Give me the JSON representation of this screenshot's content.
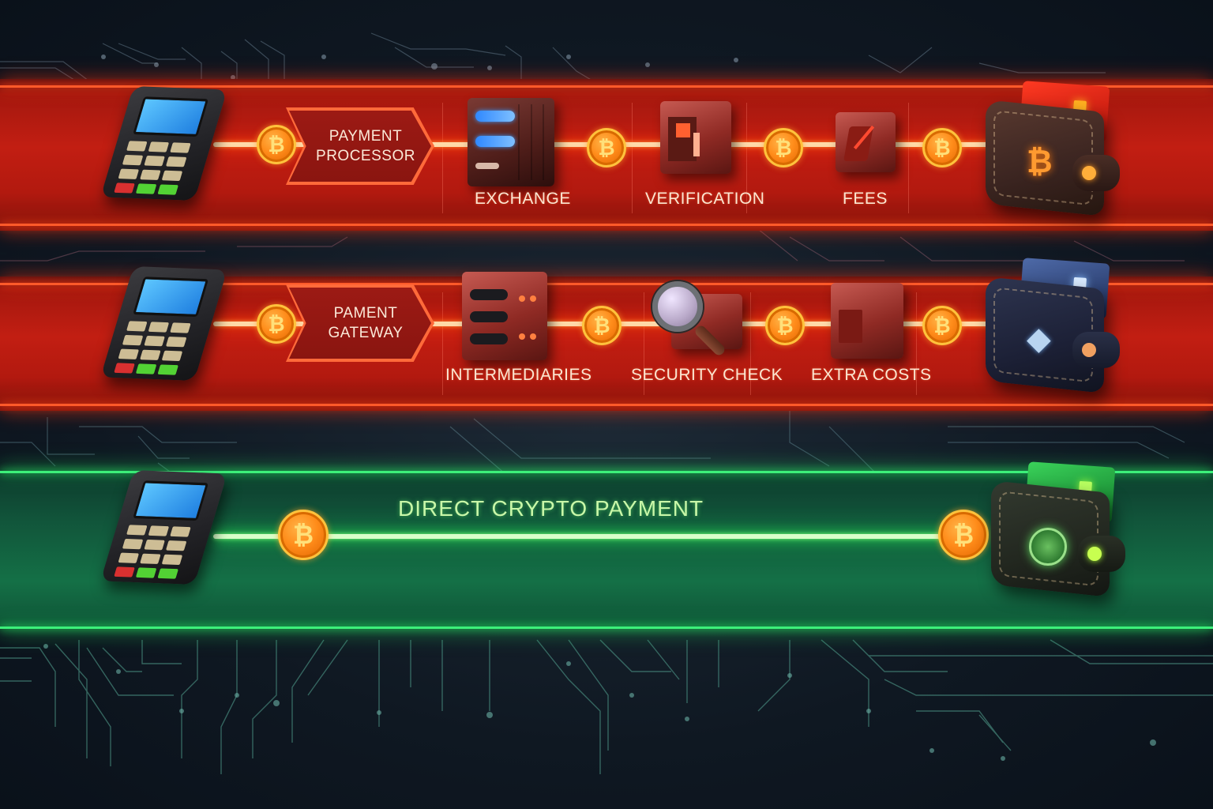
{
  "colors": {
    "background": "#0f1822",
    "red_lane": "#c21e12",
    "red_glow": "#ff5a2a",
    "green_lane": "#147046",
    "green_glow": "#3cf07a",
    "coin": "#ff8c1a",
    "label_text": "#fbe6d2",
    "direct_text": "#c9f7a8"
  },
  "flows": [
    {
      "id": "processor-flow",
      "theme": "red",
      "start_icon": "pos-terminal-icon",
      "gateway_label": "PAYMENT\nPROCESSOR",
      "gateway_lines": [
        "PAYMENT",
        "PROCESSOR"
      ],
      "coin_symbol": "₿",
      "steps": [
        {
          "label": "EXCHANGE",
          "icon": "server-rack-icon"
        },
        {
          "label": "VERIFICATION",
          "icon": "document-box-icon"
        },
        {
          "label": "FEES",
          "icon": "fee-box-icon"
        }
      ],
      "end_icon": "bitcoin-wallet-icon",
      "wallet_emblem": "₿"
    },
    {
      "id": "gateway-flow",
      "theme": "red",
      "start_icon": "pos-terminal-icon",
      "gateway_lines": [
        "PAMENT",
        "GATEWAY"
      ],
      "coin_symbol": "₿",
      "steps": [
        {
          "label": "INTERMEDIARIES",
          "icon": "server-rack-icon"
        },
        {
          "label": "SECURITY CHECK",
          "icon": "magnifier-icon"
        },
        {
          "label": "EXTRA COSTS",
          "icon": "invoice-box-icon"
        }
      ],
      "end_icon": "ethereum-wallet-icon",
      "wallet_emblem": "◆"
    },
    {
      "id": "direct-flow",
      "theme": "green",
      "start_icon": "pos-terminal-icon",
      "label": "DIRECT CRYPTO PAYMENT",
      "coin_symbol": "₿",
      "end_icon": "green-wallet-icon",
      "wallet_emblem": "▲"
    }
  ]
}
